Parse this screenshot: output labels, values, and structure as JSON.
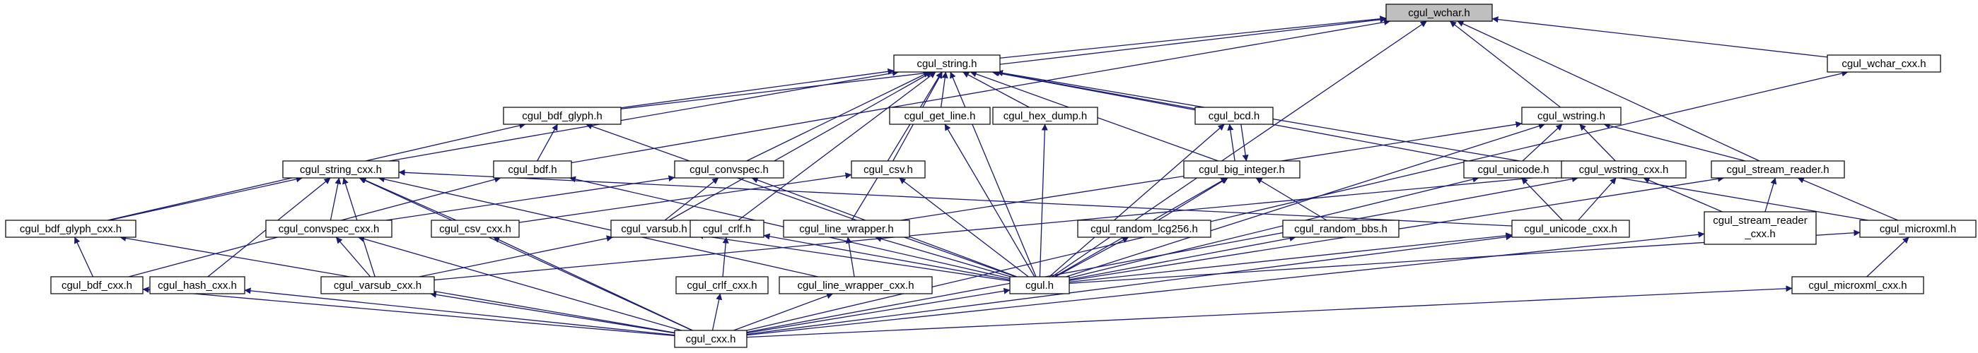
{
  "graph": {
    "title": "",
    "colors": {
      "edge": "#191970",
      "node_fill": "#ffffff",
      "root_fill": "#bfbfbf",
      "border": "#000000"
    },
    "nodes": [
      {
        "id": "wchar",
        "label": "cgul_wchar.h",
        "root": true
      },
      {
        "id": "string",
        "label": "cgul_string.h"
      },
      {
        "id": "wchar_cxx",
        "label": "cgul_wchar_cxx.h"
      },
      {
        "id": "bdf_glyph",
        "label": "cgul_bdf_glyph.h"
      },
      {
        "id": "get_line",
        "label": "cgul_get_line.h"
      },
      {
        "id": "hex_dump",
        "label": "cgul_hex_dump.h"
      },
      {
        "id": "bcd",
        "label": "cgul_bcd.h"
      },
      {
        "id": "wstring",
        "label": "cgul_wstring.h"
      },
      {
        "id": "string_cxx",
        "label": "cgul_string_cxx.h"
      },
      {
        "id": "bdf",
        "label": "cgul_bdf.h"
      },
      {
        "id": "convspec",
        "label": "cgul_convspec.h"
      },
      {
        "id": "csv",
        "label": "cgul_csv.h"
      },
      {
        "id": "big_integer",
        "label": "cgul_big_integer.h"
      },
      {
        "id": "unicode",
        "label": "cgul_unicode.h"
      },
      {
        "id": "wstring_cxx",
        "label": "cgul_wstring_cxx.h"
      },
      {
        "id": "stream_reader",
        "label": "cgul_stream_reader.h"
      },
      {
        "id": "bdf_glyph_cxx",
        "label": "cgul_bdf_glyph_cxx.h"
      },
      {
        "id": "convspec_cxx",
        "label": "cgul_convspec_cxx.h"
      },
      {
        "id": "csv_cxx",
        "label": "cgul_csv_cxx.h"
      },
      {
        "id": "varsub",
        "label": "cgul_varsub.h"
      },
      {
        "id": "crlf",
        "label": "cgul_crlf.h"
      },
      {
        "id": "line_wrapper",
        "label": "cgul_line_wrapper.h"
      },
      {
        "id": "random_lcg256",
        "label": "cgul_random_lcg256.h"
      },
      {
        "id": "random_bbs",
        "label": "cgul_random_bbs.h"
      },
      {
        "id": "unicode_cxx",
        "label": "cgul_unicode_cxx.h"
      },
      {
        "id": "stream_reader_cxx",
        "label": "cgul_stream_reader",
        "label2": "_cxx.h"
      },
      {
        "id": "microxml",
        "label": "cgul_microxml.h"
      },
      {
        "id": "bdf_cxx",
        "label": "cgul_bdf_cxx.h"
      },
      {
        "id": "hash_cxx",
        "label": "cgul_hash_cxx.h"
      },
      {
        "id": "varsub_cxx",
        "label": "cgul_varsub_cxx.h"
      },
      {
        "id": "crlf_cxx",
        "label": "cgul_crlf_cxx.h"
      },
      {
        "id": "line_wrapper_cxx",
        "label": "cgul_line_wrapper_cxx.h"
      },
      {
        "id": "cgul",
        "label": "cgul.h"
      },
      {
        "id": "microxml_cxx",
        "label": "cgul_microxml_cxx.h"
      },
      {
        "id": "cgul_cxx",
        "label": "cgul_cxx.h"
      }
    ],
    "edges": [
      [
        "string",
        "wchar"
      ],
      [
        "wchar_cxx",
        "wchar"
      ],
      [
        "bdf_glyph",
        "wchar"
      ],
      [
        "bdf",
        "wchar"
      ],
      [
        "wstring",
        "wchar"
      ],
      [
        "stream_reader",
        "wchar"
      ],
      [
        "cgul",
        "wchar"
      ],
      [
        "bdf_glyph",
        "string"
      ],
      [
        "get_line",
        "string"
      ],
      [
        "hex_dump",
        "string"
      ],
      [
        "bcd",
        "string"
      ],
      [
        "string_cxx",
        "string"
      ],
      [
        "convspec",
        "string"
      ],
      [
        "csv",
        "string"
      ],
      [
        "big_integer",
        "string"
      ],
      [
        "unicode",
        "string"
      ],
      [
        "varsub",
        "string"
      ],
      [
        "crlf",
        "string"
      ],
      [
        "line_wrapper",
        "string"
      ],
      [
        "microxml",
        "string"
      ],
      [
        "cgul",
        "string"
      ],
      [
        "bdf",
        "bdf_glyph"
      ],
      [
        "bdf_glyph_cxx",
        "bdf_glyph"
      ],
      [
        "cgul",
        "bdf_glyph"
      ],
      [
        "cgul",
        "get_line"
      ],
      [
        "cgul",
        "hex_dump"
      ],
      [
        "big_integer",
        "bcd"
      ],
      [
        "bcd",
        "big_integer"
      ],
      [
        "cgul",
        "bcd"
      ],
      [
        "unicode",
        "wstring"
      ],
      [
        "wstring_cxx",
        "wstring"
      ],
      [
        "stream_reader",
        "wstring"
      ],
      [
        "line_wrapper",
        "wstring"
      ],
      [
        "cgul",
        "wstring"
      ],
      [
        "bdf_glyph_cxx",
        "string_cxx"
      ],
      [
        "convspec_cxx",
        "string_cxx"
      ],
      [
        "csv_cxx",
        "string_cxx"
      ],
      [
        "hash_cxx",
        "string_cxx"
      ],
      [
        "varsub_cxx",
        "string_cxx"
      ],
      [
        "line_wrapper_cxx",
        "string_cxx"
      ],
      [
        "unicode_cxx",
        "string_cxx"
      ],
      [
        "cgul_cxx",
        "string_cxx"
      ],
      [
        "bdf_cxx",
        "bdf"
      ],
      [
        "cgul",
        "bdf"
      ],
      [
        "convspec_cxx",
        "convspec"
      ],
      [
        "varsub",
        "convspec"
      ],
      [
        "cgul",
        "convspec"
      ],
      [
        "csv_cxx",
        "csv"
      ],
      [
        "cgul",
        "csv"
      ],
      [
        "random_lcg256",
        "big_integer"
      ],
      [
        "random_bbs",
        "big_integer"
      ],
      [
        "cgul",
        "big_integer"
      ],
      [
        "unicode_cxx",
        "unicode"
      ],
      [
        "cgul",
        "unicode"
      ],
      [
        "unicode_cxx",
        "wstring_cxx"
      ],
      [
        "stream_reader_cxx",
        "wstring_cxx"
      ],
      [
        "varsub_cxx",
        "wstring_cxx"
      ],
      [
        "cgul_cxx",
        "wstring_cxx"
      ],
      [
        "stream_reader_cxx",
        "stream_reader"
      ],
      [
        "microxml",
        "stream_reader"
      ],
      [
        "cgul",
        "stream_reader"
      ],
      [
        "bdf_cxx",
        "bdf_glyph_cxx"
      ],
      [
        "cgul_cxx",
        "bdf_glyph_cxx"
      ],
      [
        "varsub_cxx",
        "convspec_cxx"
      ],
      [
        "cgul_cxx",
        "convspec_cxx"
      ],
      [
        "cgul_cxx",
        "csv_cxx"
      ],
      [
        "varsub_cxx",
        "varsub"
      ],
      [
        "cgul",
        "varsub"
      ],
      [
        "crlf_cxx",
        "crlf"
      ],
      [
        "cgul",
        "crlf"
      ],
      [
        "line_wrapper_cxx",
        "line_wrapper"
      ],
      [
        "cgul",
        "line_wrapper"
      ],
      [
        "cgul",
        "random_lcg256"
      ],
      [
        "cgul",
        "random_bbs"
      ],
      [
        "cgul_cxx",
        "unicode_cxx"
      ],
      [
        "cgul",
        "unicode_cxx"
      ],
      [
        "cgul_cxx",
        "stream_reader_cxx"
      ],
      [
        "microxml_cxx",
        "microxml"
      ],
      [
        "cgul",
        "microxml"
      ],
      [
        "cgul_cxx",
        "bdf_cxx"
      ],
      [
        "cgul_cxx",
        "hash_cxx"
      ],
      [
        "cgul_cxx",
        "varsub_cxx"
      ],
      [
        "cgul_cxx",
        "crlf_cxx"
      ],
      [
        "cgul_cxx",
        "line_wrapper_cxx"
      ],
      [
        "cgul_cxx",
        "cgul"
      ],
      [
        "cgul_cxx",
        "microxml_cxx"
      ],
      [
        "cgul_cxx",
        "wchar_cxx"
      ]
    ]
  }
}
